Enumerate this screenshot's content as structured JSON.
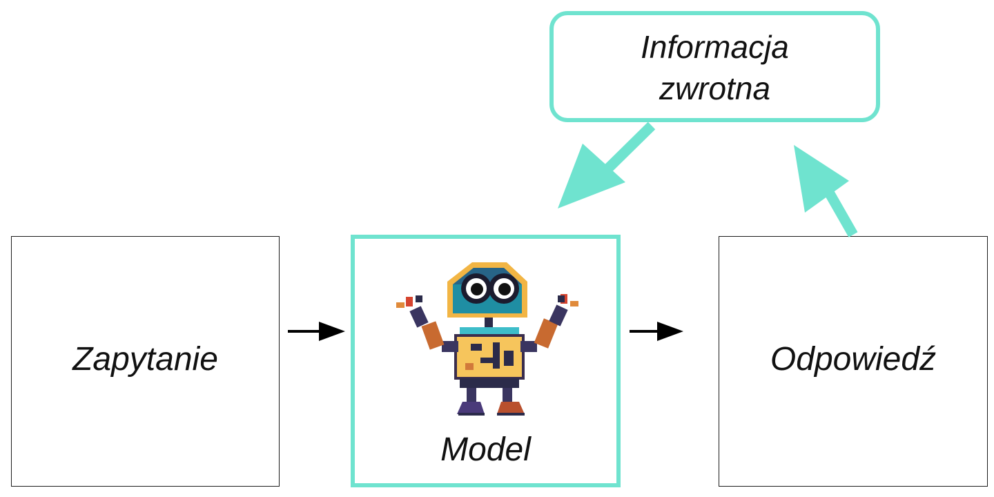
{
  "diagram": {
    "nodes": {
      "query": {
        "label": "Zapytanie"
      },
      "model": {
        "label": "Model",
        "image": "robot-mascot-icon"
      },
      "answer": {
        "label": "Odpowiedź"
      },
      "feedback": {
        "label_line1": "Informacja",
        "label_line2": "zwrotna"
      }
    },
    "edges": [
      {
        "from": "query",
        "to": "model"
      },
      {
        "from": "model",
        "to": "answer"
      },
      {
        "from": "answer",
        "to": "feedback"
      },
      {
        "from": "feedback",
        "to": "model"
      }
    ],
    "colors": {
      "accent": "#6fe3cf",
      "border": "#1a1a1a",
      "arrow": "#000000",
      "text": "#111111"
    }
  }
}
